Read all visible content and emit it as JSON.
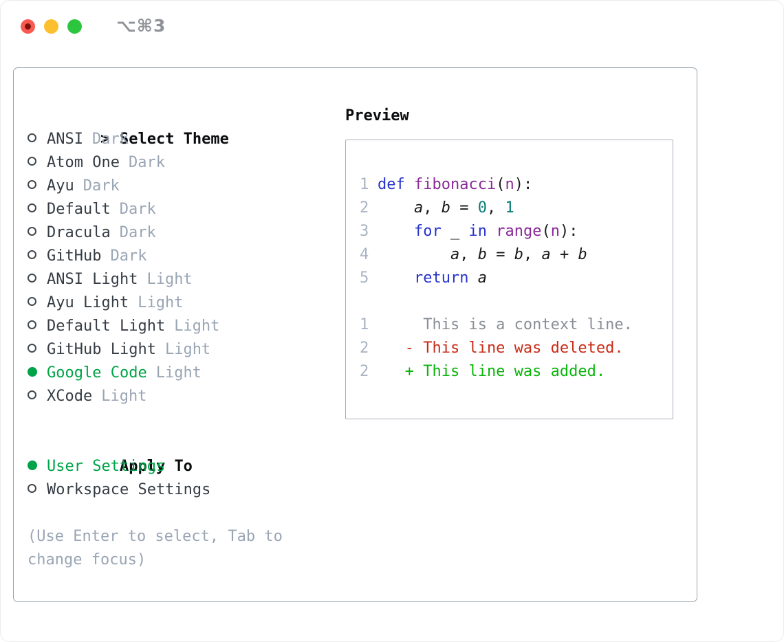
{
  "window": {
    "title": "⌥⌘3"
  },
  "titlebar": {
    "buttons": [
      "close",
      "minimize",
      "zoom"
    ]
  },
  "colors": {
    "selected_green": "#00a347",
    "keyword_blue": "#2633cc",
    "function_purple": "#882a98",
    "literal_teal": "#087c74",
    "deleted_red": "#ca2b18",
    "added_green": "#0ab40a",
    "muted_gray": "#9aa5b4",
    "panel_border": "#98a2ad",
    "traffic_red": "#f95950",
    "traffic_yellow": "#fcbf2d",
    "traffic_green": "#2cc63e"
  },
  "theme_list": {
    "prompt": ">",
    "header": "Select Theme",
    "items": [
      {
        "name": "ANSI",
        "variant": "Dark",
        "selected": false
      },
      {
        "name": "Atom One",
        "variant": "Dark",
        "selected": false
      },
      {
        "name": "Ayu",
        "variant": "Dark",
        "selected": false
      },
      {
        "name": "Default",
        "variant": "Dark",
        "selected": false
      },
      {
        "name": "Dracula",
        "variant": "Dark",
        "selected": false
      },
      {
        "name": "GitHub",
        "variant": "Dark",
        "selected": false
      },
      {
        "name": "ANSI Light",
        "variant": "Light",
        "selected": false
      },
      {
        "name": "Ayu Light",
        "variant": "Light",
        "selected": false
      },
      {
        "name": "Default Light",
        "variant": "Light",
        "selected": false
      },
      {
        "name": "GitHub Light",
        "variant": "Light",
        "selected": false
      },
      {
        "name": "Google Code",
        "variant": "Light",
        "selected": true
      },
      {
        "name": "XCode",
        "variant": "Light",
        "selected": false
      }
    ]
  },
  "apply_to": {
    "header": "Apply To",
    "items": [
      {
        "name": "User Settings",
        "selected": true
      },
      {
        "name": "Workspace Settings",
        "selected": false
      }
    ]
  },
  "help_text": "(Use Enter to select, Tab to change focus)",
  "preview": {
    "title": "Preview",
    "lines": [
      {
        "num": "1",
        "tokens": [
          {
            "c": "kw",
            "t": "def"
          },
          {
            "c": "pln",
            "t": " "
          },
          {
            "c": "fn",
            "t": "fibonacci"
          },
          {
            "c": "pln",
            "t": "("
          },
          {
            "c": "fn",
            "t": "n"
          },
          {
            "c": "pln",
            "t": "):"
          }
        ]
      },
      {
        "num": "2",
        "tokens": [
          {
            "c": "pln",
            "t": "    "
          },
          {
            "c": "var",
            "t": "a"
          },
          {
            "c": "pln",
            "t": ", "
          },
          {
            "c": "var",
            "t": "b"
          },
          {
            "c": "pln",
            "t": " = "
          },
          {
            "c": "lit",
            "t": "0"
          },
          {
            "c": "pln",
            "t": ", "
          },
          {
            "c": "lit",
            "t": "1"
          }
        ]
      },
      {
        "num": "3",
        "tokens": [
          {
            "c": "pln",
            "t": "    "
          },
          {
            "c": "kw",
            "t": "for"
          },
          {
            "c": "pln",
            "t": " _ "
          },
          {
            "c": "kw",
            "t": "in"
          },
          {
            "c": "pln",
            "t": " "
          },
          {
            "c": "fn",
            "t": "range"
          },
          {
            "c": "pln",
            "t": "("
          },
          {
            "c": "fn",
            "t": "n"
          },
          {
            "c": "pln",
            "t": "):"
          }
        ]
      },
      {
        "num": "4",
        "tokens": [
          {
            "c": "pln",
            "t": "        "
          },
          {
            "c": "var",
            "t": "a"
          },
          {
            "c": "pln",
            "t": ", "
          },
          {
            "c": "var",
            "t": "b"
          },
          {
            "c": "pln",
            "t": " = "
          },
          {
            "c": "var",
            "t": "b"
          },
          {
            "c": "pln",
            "t": ", "
          },
          {
            "c": "var",
            "t": "a"
          },
          {
            "c": "pln",
            "t": " + "
          },
          {
            "c": "var",
            "t": "b"
          }
        ]
      },
      {
        "num": "5",
        "tokens": [
          {
            "c": "pln",
            "t": "    "
          },
          {
            "c": "kw",
            "t": "return"
          },
          {
            "c": "pln",
            "t": " "
          },
          {
            "c": "var",
            "t": "a"
          }
        ]
      },
      {
        "num": "",
        "tokens": []
      },
      {
        "num": "1",
        "tokens": [
          {
            "c": "ctx",
            "t": "     This is a context line."
          }
        ]
      },
      {
        "num": "2",
        "tokens": [
          {
            "c": "del",
            "t": "   - This line was deleted."
          }
        ]
      },
      {
        "num": "2",
        "tokens": [
          {
            "c": "add",
            "t": "   + This line was added."
          }
        ]
      }
    ]
  }
}
